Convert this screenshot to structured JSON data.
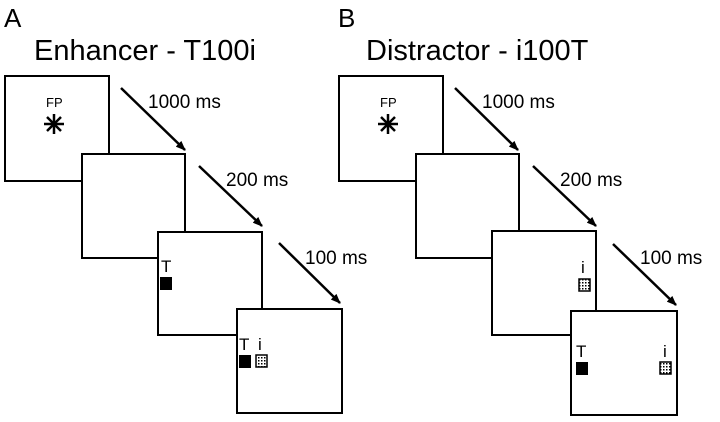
{
  "panels": [
    {
      "letter": "A",
      "title": "Enhancer - T100i",
      "fp_label": "FP",
      "delays": [
        "1000 ms",
        "200 ms",
        "100 ms"
      ],
      "frame3_letters": [
        "T"
      ],
      "frame4_letters": [
        "T",
        "i"
      ]
    },
    {
      "letter": "B",
      "title": "Distractor - i100T",
      "fp_label": "FP",
      "delays": [
        "1000 ms",
        "200 ms",
        "100 ms"
      ],
      "frame3_letters": [
        "i"
      ],
      "frame4_letters": [
        "T",
        "i"
      ]
    }
  ]
}
